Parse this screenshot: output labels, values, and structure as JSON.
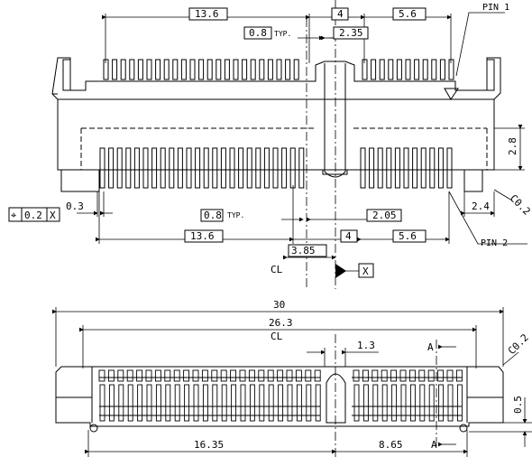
{
  "top_view": {
    "dims": {
      "top_left": "13.6",
      "top_mid": "4",
      "top_right": "5.6",
      "pitch_top": "0.8",
      "typ_top": "TYP.",
      "offset_top": "2.35",
      "height": "2.8",
      "edge": "2.4",
      "chamfer": "C0.2",
      "tol_left": "0.3",
      "pitch_bot": "0.8",
      "typ_bot": "TYP.",
      "offset_bot": "2.05",
      "bot_left": "13.6",
      "bot_mid": "4",
      "bot_right": "5.6",
      "center_offset": "3.85"
    },
    "labels": {
      "pin1": "PIN 1",
      "pin2": "PIN 2",
      "datum": "X",
      "centerline": "CL"
    },
    "fcf": {
      "symbol": "position-icon",
      "value": "0.2",
      "datum": "X"
    }
  },
  "front_view": {
    "dims": {
      "overall": "30",
      "inner": "26.3",
      "gap": "1.3",
      "height": "0.5",
      "chamfer": "C0.2",
      "bottom_left": "16.35",
      "bottom_right": "8.65"
    },
    "labels": {
      "section_top": "A",
      "section_bot": "A",
      "centerline": "CL"
    }
  }
}
